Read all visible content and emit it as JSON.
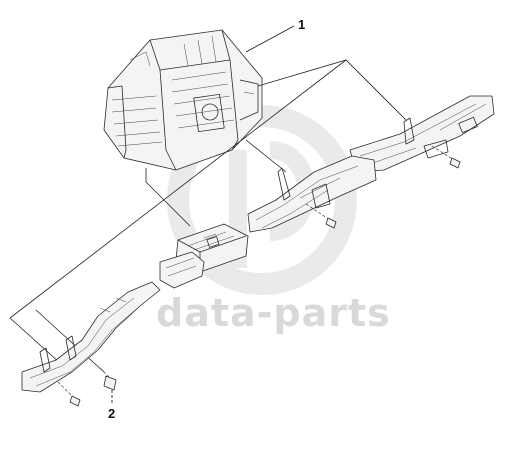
{
  "diagram": {
    "callouts": [
      {
        "id": "1",
        "label": "1"
      },
      {
        "id": "2",
        "label": "2"
      }
    ],
    "watermark": {
      "text": "data-parts",
      "color": "#b9b9b9"
    },
    "colors": {
      "line": "#2b2b2b",
      "background": "#ffffff",
      "watermark": "#c8c8c8"
    }
  }
}
